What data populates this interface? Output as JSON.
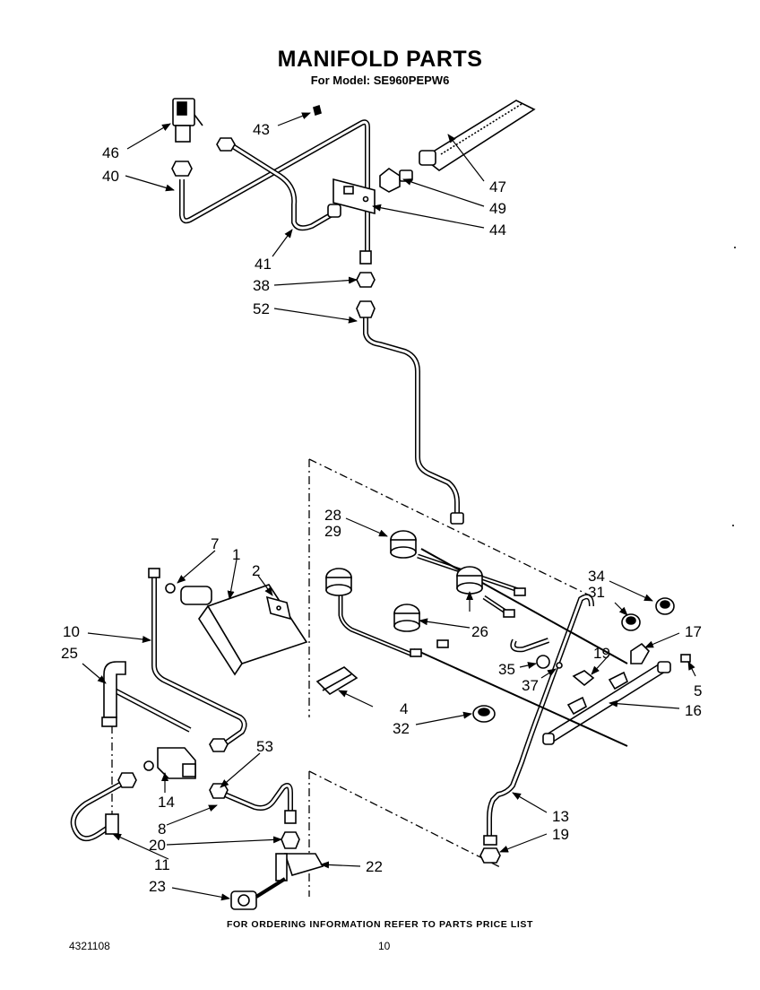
{
  "header": {
    "title": "MANIFOLD PARTS",
    "subtitle": "For Model: SE960PEPW6"
  },
  "footer": {
    "note": "FOR ORDERING INFORMATION REFER TO PARTS PRICE LIST",
    "doc_number": "4321108",
    "page_number": "10"
  },
  "callouts": {
    "c43": "43",
    "c46": "46",
    "c40": "40",
    "c47": "47",
    "c49": "49",
    "c44": "44",
    "c41": "41",
    "c38": "38",
    "c52": "52",
    "c28": "28",
    "c29": "29",
    "c7": "7",
    "c1": "1",
    "c2": "2",
    "c34": "34",
    "c31": "31",
    "c17": "17",
    "c10": "10",
    "c25": "25",
    "c26": "26",
    "c19a": "19",
    "c35": "35",
    "c37": "37",
    "c5": "5",
    "c16": "16",
    "c4": "4",
    "c32": "32",
    "c53": "53",
    "c14": "14",
    "c8": "8",
    "c13": "13",
    "c19b": "19",
    "c20": "20",
    "c11": "11",
    "c22": "22",
    "c23": "23"
  }
}
